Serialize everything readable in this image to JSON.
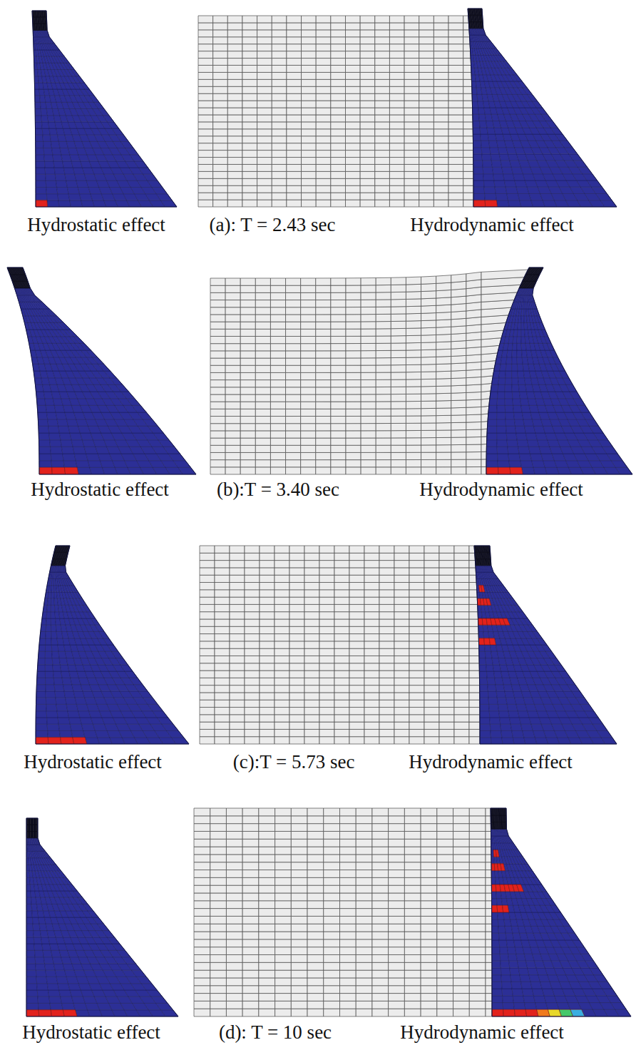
{
  "diagram": {
    "labels": [
      "Hydrostatic effect",
      "(a): T = 2.43 sec",
      "Hydrodynamic effect",
      "Hydrostatic effect",
      "(b):T = 3.40 sec",
      "Hydrodynamic effect",
      "Hydrostatic effect",
      "(c):T = 5.73 sec",
      "Hydrodynamic effect",
      "Hydrostatic effect",
      "(d): T = 10 sec",
      "Hydrodynamic effect"
    ]
  }
}
